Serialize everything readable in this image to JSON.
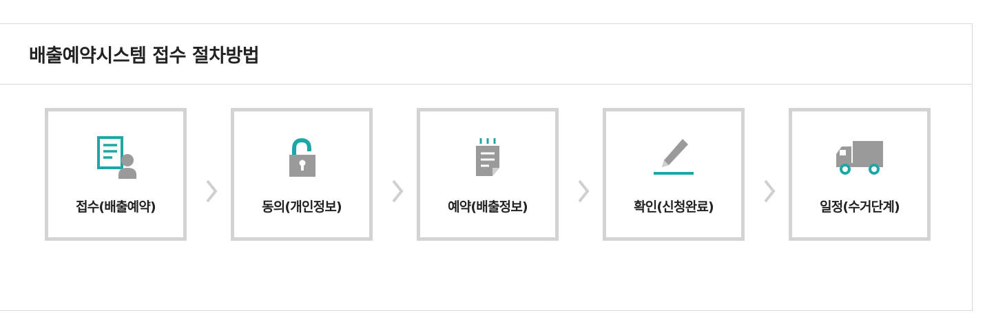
{
  "panel": {
    "title": "배출예약시스템 접수 절차방법"
  },
  "steps": [
    {
      "label": "접수(배출예약)",
      "icon": "document-user-icon"
    },
    {
      "label": "동의(개인정보)",
      "icon": "lock-icon"
    },
    {
      "label": "예약(배출정보)",
      "icon": "notepad-icon"
    },
    {
      "label": "확인(신청완료)",
      "icon": "pen-icon"
    },
    {
      "label": "일정(수거단계)",
      "icon": "truck-icon"
    }
  ],
  "colors": {
    "accent": "#1ea6a6",
    "icon_gray": "#9a9a9a",
    "border": "#d3d3d3"
  }
}
